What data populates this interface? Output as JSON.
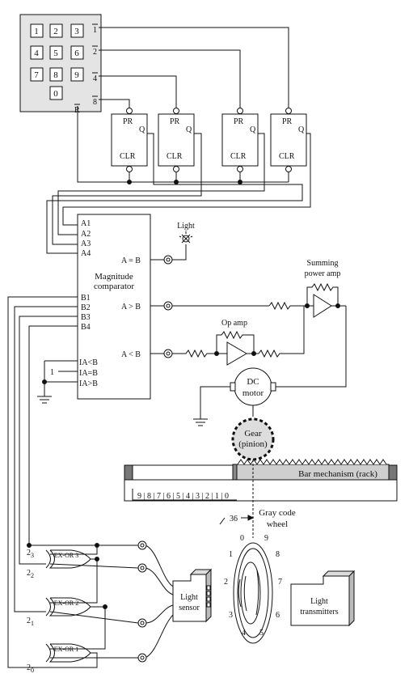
{
  "keypad": {
    "keys": [
      "1",
      "2",
      "3",
      "4",
      "5",
      "6",
      "7",
      "8",
      "9",
      "0"
    ],
    "side_labels": [
      "1",
      "2",
      "4",
      "8"
    ],
    "reset_label": "R"
  },
  "flipflops": {
    "pr_label": "PR",
    "q_label": "Q",
    "clr_label": "CLR"
  },
  "comparator": {
    "title_line1": "Magnitude",
    "title_line2": "comparator",
    "a_inputs": [
      "A1",
      "A2",
      "A3",
      "A4"
    ],
    "b_inputs": [
      "B1",
      "B2",
      "B3",
      "B4"
    ],
    "out_eq": "A = B",
    "out_gt": "A > B",
    "out_lt": "A < B",
    "cascade_inputs": [
      "IA<B",
      "IA=B",
      "IA>B"
    ],
    "cascade_tie": "1"
  },
  "labels": {
    "light": "Light",
    "summing_line1": "Summing",
    "summing_line2": "power amp",
    "op_amp": "Op amp",
    "motor_line1": "DC",
    "motor_line2": "motor",
    "gear_line1": "Gear",
    "gear_line2": "(pinion)",
    "rack": "Bar mechanism (rack)",
    "rack_scale": "9 | 8 | 7 | 6 | 5 | 4 | 3 | 2 | 1 | 0",
    "angle": "36",
    "wheel_line1": "Gray code",
    "wheel_line2": "wheel",
    "sensor_line1": "Light",
    "sensor_line2": "sensor",
    "trans_line1": "Light",
    "trans_line2": "transmitters"
  },
  "wheel_numbers": [
    "0",
    "9",
    "8",
    "7",
    "6",
    "5",
    "4",
    "3",
    "2",
    "1"
  ],
  "xor_gates": [
    "EX-OR 3",
    "EX-OR 2",
    "EX-OR 1"
  ],
  "bits": [
    "2 3",
    "2 2",
    "2 1",
    "2 0"
  ]
}
